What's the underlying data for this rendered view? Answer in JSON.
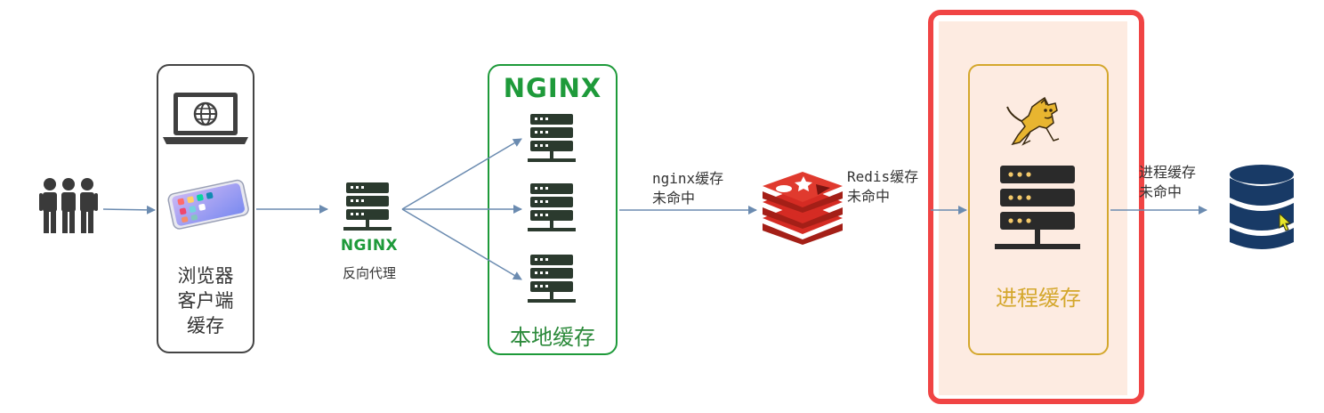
{
  "browser_cache": {
    "label_lines": [
      "浏览器",
      "客户端",
      "缓存"
    ]
  },
  "reverse_proxy": {
    "logo": "NGINX",
    "label": "反向代理"
  },
  "local_cache": {
    "logo": "NGINX",
    "label": "本地缓存"
  },
  "edge_nginx_miss": {
    "lines": [
      "nginx缓存",
      "未命中"
    ]
  },
  "edge_redis_miss": {
    "lines": [
      "Redis缓存",
      "未命中"
    ]
  },
  "edge_process_miss": {
    "lines": [
      "进程缓存",
      "未命中"
    ]
  },
  "process_cache": {
    "label": "进程缓存"
  },
  "colors": {
    "nginx_green": "#1e9a3a",
    "redis_red": "#d52b23",
    "highlight_red": "#f04444",
    "process_gold": "#d4a72c",
    "db_navy": "#183a66",
    "arrow": "#6b8bb0"
  }
}
